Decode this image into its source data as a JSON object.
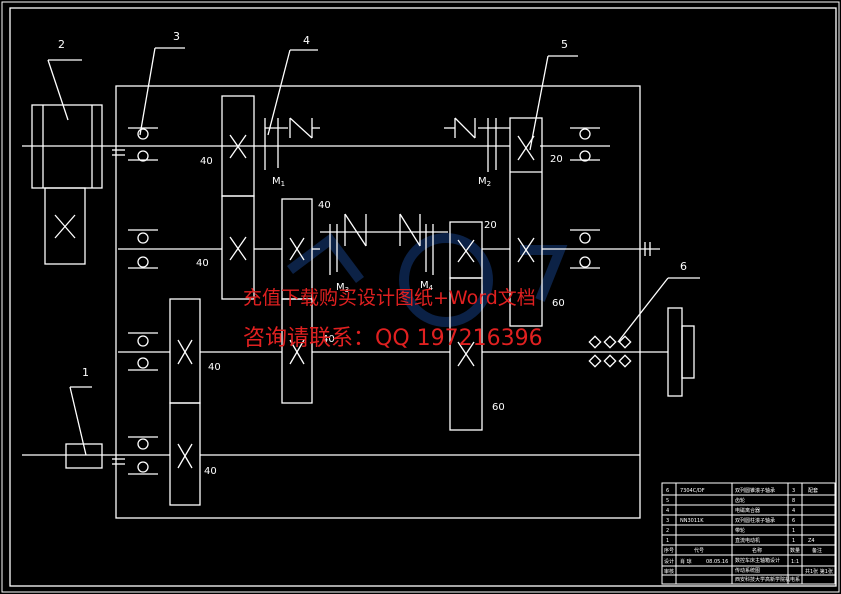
{
  "balloons": [
    "1",
    "2",
    "3",
    "4",
    "5",
    "6"
  ],
  "teeth": {
    "upper_left": "40",
    "mid_left": "40",
    "mid_gear_upper": "40",
    "shaft3_left": "40",
    "shaft3_mid": "40",
    "bottom_left": "40",
    "mid_right_upper": "20",
    "right_upper": "20",
    "right_mid": "60",
    "right_lower": "60"
  },
  "clutches": {
    "m1_main": "M",
    "m1_sub": "1",
    "m2_main": "M",
    "m2_sub": "2",
    "m3_main": "M",
    "m3_sub": "3",
    "m4_main": "M",
    "m4_sub": "4"
  },
  "watermark": {
    "line1": "充值下载购买设计图纸+Word文档",
    "line2": "咨询请联系：QQ 197216396"
  },
  "title_block": {
    "rows": [
      {
        "no": "6",
        "code": "7304C/DF",
        "name": "双列圆锥滚子轴承",
        "qty": "3",
        "note": "配套"
      },
      {
        "no": "5",
        "code": "",
        "name": "齿轮",
        "qty": "8",
        "note": ""
      },
      {
        "no": "4",
        "code": "",
        "name": "电磁离合器",
        "qty": "4",
        "note": ""
      },
      {
        "no": "3",
        "code": "NN3011K",
        "name": "双列圆柱滚子轴承",
        "qty": "6",
        "note": ""
      },
      {
        "no": "2",
        "code": "",
        "name": "带轮",
        "qty": "1",
        "note": ""
      },
      {
        "no": "1",
        "code": "",
        "name": "直流电动机",
        "qty": "1",
        "note": "Z4"
      }
    ],
    "header": {
      "no": "序号",
      "code": "代号",
      "name": "名称",
      "qty": "数量",
      "note": "备注"
    },
    "design_label": "设计",
    "design_name": "肖 琼",
    "date": "08.05.16",
    "check_label": "审核",
    "title_1": "数控车床主轴箱设计",
    "title_2": "传动系统图",
    "scale": "1:1",
    "sheet": "共1张 第1张",
    "school": "西安科技大学高新学院机电系"
  }
}
